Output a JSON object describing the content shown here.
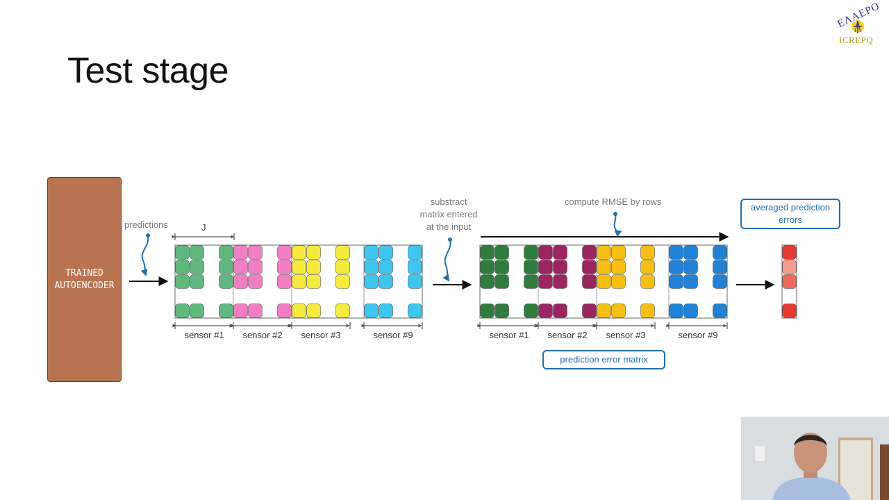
{
  "slide": {
    "title": "Test stage"
  },
  "logo": {
    "arc_text": "ΕΛΑΕΡΟ",
    "bottom_text": "ICREPQ"
  },
  "autoencoder": {
    "label": "TRAINED\nAUTOENCODER"
  },
  "labels": {
    "predictions": "predictions",
    "j": "J",
    "substract_line1": "substract",
    "substract_line2": "matrix entered",
    "substract_line3": "at the input",
    "compute": "compute RMSE by rows",
    "averaged": "averaged prediction\nerrors",
    "prediction_error_matrix": "prediction error matrix"
  },
  "left_matrix": {
    "sensors": [
      "sensor #1",
      "sensor #2",
      "sensor #3",
      "sensor #9"
    ],
    "colors": [
      "#5fb87c",
      "#f27fc3",
      "#f5eb3d",
      "#3dc6ef"
    ]
  },
  "right_matrix": {
    "sensors": [
      "sensor #1",
      "sensor #2",
      "sensor #3",
      "sensor #9"
    ],
    "colors": [
      "#2e7d3c",
      "#9c2461",
      "#f7bf12",
      "#1f82d6"
    ]
  },
  "error_vector": {
    "colors": [
      "#e83a2e",
      "#f59c8c",
      "#ef6a5c",
      "#e83a2e"
    ]
  },
  "colors": {
    "autoencoder": "#b87350",
    "accent_blue": "#1f6fb0"
  },
  "icons": [
    "curly-arrow-icon",
    "right-arrow-icon"
  ]
}
